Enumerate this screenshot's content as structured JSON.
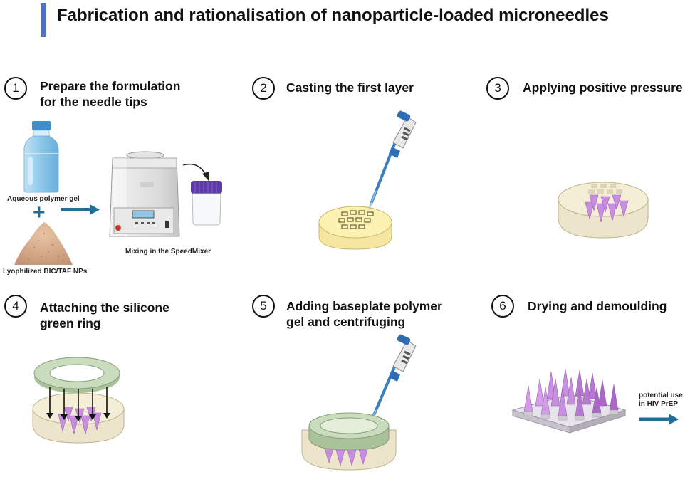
{
  "title": "Fabrication and rationalisation of nanoparticle-loaded microneedles",
  "colors": {
    "accent_bar": "#4e6fc5",
    "arrow": "#1f6e9a",
    "needle": "#c88ee0",
    "mould": "#ece5cc",
    "ring": "#c9dcbd",
    "layer": "#fbf2b2"
  },
  "steps": [
    {
      "number": "1",
      "title_line1": "Prepare the formulation",
      "title_line2": "for the needle tips"
    },
    {
      "number": "2",
      "title_line1": "Casting the first layer",
      "title_line2": ""
    },
    {
      "number": "3",
      "title_line1": "Applying positive pressure",
      "title_line2": ""
    },
    {
      "number": "4",
      "title_line1": "Attaching the silicone",
      "title_line2": "green ring"
    },
    {
      "number": "5",
      "title_line1": "Adding baseplate polymer",
      "title_line2": "gel and centrifuging"
    },
    {
      "number": "6",
      "title_line1": "Drying and demoulding",
      "title_line2": ""
    }
  ],
  "labels": {
    "aqueous_gel": "Aqueous polymer gel",
    "plus": "+",
    "lyophilized": "Lyophilized BIC/TAF NPs",
    "mixing": "Mixing in the SpeedMixer",
    "potential_use_line1": "potential use",
    "potential_use_line2": "in HIV PrEP"
  }
}
